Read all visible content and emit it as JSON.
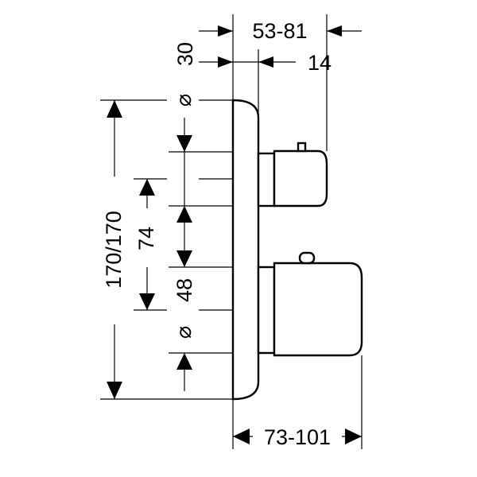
{
  "diagram": {
    "dimensions": {
      "top_width": "53-81",
      "top_offset_left": "30",
      "top_offset_right": "14",
      "bottom_width": "73-101",
      "height": "170/170",
      "spacing_upper": "74",
      "spacing_lower": "48",
      "diameter_symbol": "⌀"
    },
    "colors": {
      "ink": "#000000",
      "background": "#ffffff"
    }
  }
}
